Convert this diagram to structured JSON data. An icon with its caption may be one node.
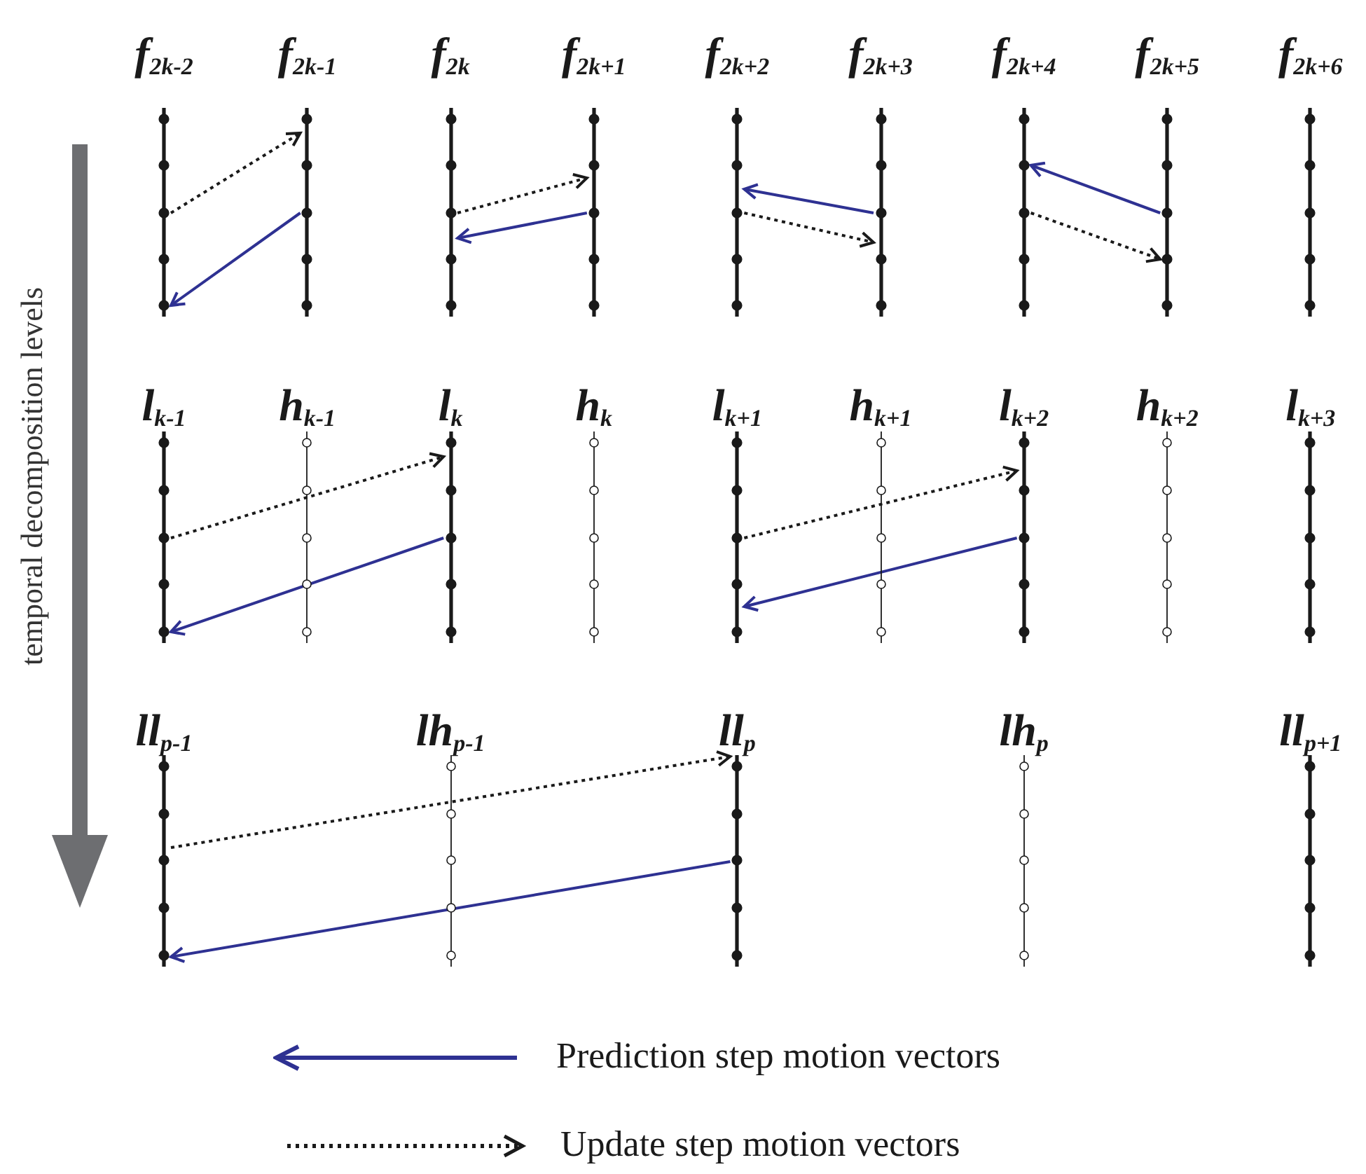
{
  "diagram": {
    "nodes": [
      {
        "text": [],
        "shape": "bar",
        "beside": [
          "f$_{2k-2}$"
        ]
      },
      {
        "text": [],
        "shape": "bar",
        "beside": [
          "f$_{2k-1}$"
        ]
      },
      {
        "text": [],
        "shape": "bar",
        "beside": [
          "f$_{2k}$"
        ]
      },
      {
        "text": [],
        "shape": "bar",
        "beside": [
          "f$_{2k+1}$"
        ]
      },
      {
        "text": [],
        "shape": "bar",
        "beside": [
          "f$_{2k+2}$"
        ]
      },
      {
        "text": [],
        "shape": "bar",
        "beside": [
          "f$_{2k+3}$"
        ]
      },
      {
        "text": [],
        "shape": "bar",
        "beside": [
          "f$_{2k+4}$"
        ]
      },
      {
        "text": [],
        "shape": "bar",
        "beside": [
          "f$_{2k+5}$"
        ]
      },
      {
        "text": [],
        "shape": "bar",
        "beside": [
          "f$_{2k+6}$"
        ]
      },
      {
        "text": [],
        "shape": "bar",
        "beside": [
          "l$_{k-1}$"
        ]
      },
      {
        "text": [],
        "shape": "line",
        "beside": [
          "h$_{k-1}$"
        ]
      },
      {
        "text": [],
        "shape": "bar",
        "beside": [
          "l$_{k}$"
        ]
      },
      {
        "text": [],
        "shape": "line",
        "beside": [
          "h$_{k}$"
        ]
      },
      {
        "text": [],
        "shape": "bar",
        "beside": [
          "l$_{k+1}$"
        ]
      },
      {
        "text": [],
        "shape": "line",
        "beside": [
          "h$_{k+1}$"
        ]
      },
      {
        "text": [],
        "shape": "bar",
        "beside": [
          "l$_{k+2}$"
        ]
      },
      {
        "text": [],
        "shape": "line",
        "beside": [
          "h$_{k+2}$"
        ]
      },
      {
        "text": [],
        "shape": "bar",
        "beside": [
          "l$_{k+3}$"
        ]
      },
      {
        "text": [],
        "shape": "bar",
        "beside": [
          "ll$_{p-1}$"
        ]
      },
      {
        "text": [],
        "shape": "line",
        "beside": [
          "lh$_{p-1}$"
        ]
      },
      {
        "text": [],
        "shape": "bar",
        "beside": [
          "ll$_{p}$"
        ]
      },
      {
        "text": [],
        "shape": "line",
        "beside": [
          "lh$_{p}$"
        ]
      },
      {
        "text": [],
        "shape": "bar",
        "beside": [
          "ll$_{p+1}$"
        ]
      }
    ],
    "edges": [
      {
        "from": 0,
        "to": 1,
        "arrow": "to",
        "style": "dashed"
      },
      {
        "from": 1,
        "to": 0,
        "arrow": "to",
        "color": "#2e3192"
      },
      {
        "from": 2,
        "to": 3,
        "arrow": "to",
        "style": "dashed"
      },
      {
        "from": 3,
        "to": 2,
        "arrow": "to",
        "color": "#2e3192"
      },
      {
        "from": 5,
        "to": 4,
        "arrow": "to",
        "color": "#2e3192"
      },
      {
        "from": 4,
        "to": 5,
        "arrow": "to",
        "style": "dashed"
      },
      {
        "from": 7,
        "to": 6,
        "arrow": "to",
        "color": "#2e3192"
      },
      {
        "from": 6,
        "to": 7,
        "arrow": "to",
        "style": "dashed"
      },
      {
        "from": 9,
        "to": 11,
        "arrow": "to",
        "style": "dashed"
      },
      {
        "from": 11,
        "to": 9,
        "arrow": "to",
        "color": "#2e3192"
      },
      {
        "from": 13,
        "to": 15,
        "arrow": "to",
        "style": "dashed"
      },
      {
        "from": 15,
        "to": 13,
        "arrow": "to",
        "color": "#2e3192"
      },
      {
        "from": 18,
        "to": 20,
        "arrow": "to",
        "style": "dashed"
      },
      {
        "from": 20,
        "to": 18,
        "arrow": "to",
        "color": "#2e3192"
      }
    ],
    "labels": [
      "temporal decomposition levels"
    ],
    "legend": [
      {
        "text": "Prediction step motion vectors"
      },
      {
        "text": "Update step motion vectors"
      }
    ]
  }
}
